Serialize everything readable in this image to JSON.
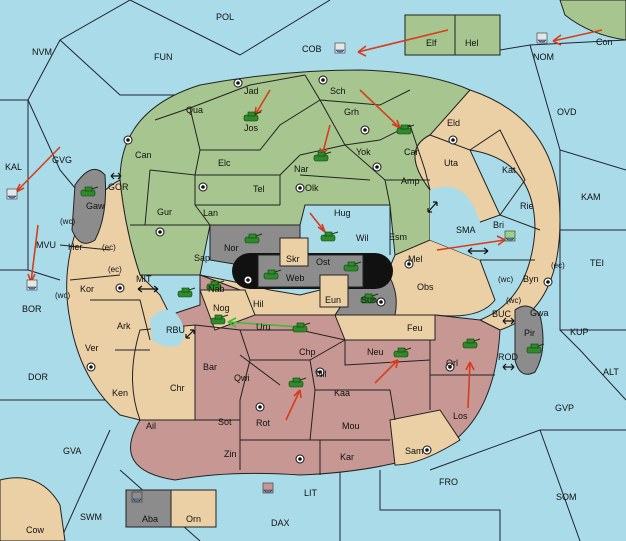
{
  "sea_labels": {
    "POL": "POL",
    "NVM": "NVM",
    "FUN": "FUN",
    "COB": "COB",
    "NOM": "NOM",
    "OVD": "OVD",
    "KAM": "KAM",
    "GVG": "GVG",
    "KAL": "KAL",
    "GOR": "GOR",
    "MVU": "MVU",
    "BOR": "BOR",
    "MIT": "MIT",
    "RBU": "RBU",
    "SMA": "SMA",
    "TEI": "TEI",
    "BUC": "BUC",
    "KUP": "KUP",
    "ROD": "ROD",
    "ALT": "ALT",
    "GVP": "GVP",
    "DOR": "DOR",
    "GVA": "GVA",
    "FRO": "FRO",
    "SOM": "SOM",
    "LIT": "LIT",
    "SWM": "SWM",
    "DAX": "DAX"
  },
  "land_labels": {
    "Elf": "Elf",
    "Hel": "Hel",
    "Con": "Con",
    "Jad": "Jad",
    "Sch": "Sch",
    "Qua": "Qua",
    "Jos": "Jos",
    "Grh": "Grh",
    "Eld": "Eld",
    "Can": "Can",
    "Car": "Car",
    "Elc": "Elc",
    "Yok": "Yok",
    "Nar": "Nar",
    "Uta": "Uta",
    "Kat": "Kat",
    "Tel": "Tel",
    "Olk": "Olk",
    "Amp": "Amp",
    "Gaw": "Gaw",
    "Gur": "Gur",
    "Lan": "Lan",
    "Hug": "Hug",
    "Rie": "Rie",
    "Bri": "Bri",
    "Her": "Her",
    "Nor": "Nor",
    "Wil": "Wil",
    "Esm": "Esm",
    "Skr": "Skr",
    "Ost": "Ost",
    "Mel": "Mel",
    "Sap": "Sap",
    "Web": "Web",
    "Byn": "Byn",
    "Kor": "Kor",
    "Nab": "Nab",
    "Hil": "Hil",
    "Eun": "Eun",
    "Sun": "Sun",
    "Obs": "Obs",
    "Ark": "Ark",
    "Nog": "Nog",
    "Uru": "Uru",
    "Gwa": "Gwa",
    "Feu": "Feu",
    "Pir": "Pir",
    "Ver": "Ver",
    "Chp": "Chp",
    "Neu": "Neu",
    "Orl": "Orl",
    "Bar": "Bar",
    "Qwi": "Qwi",
    "Nil": "Nil",
    "Chr": "Chr",
    "Ken": "Ken",
    "Kaa": "Kaa",
    "Los": "Los",
    "Sot": "Sot",
    "Rot": "Rot",
    "Ail": "Ail",
    "Mou": "Mou",
    "Sam": "Sam",
    "Zin": "Zin",
    "Kar": "Kar",
    "Aba": "Aba",
    "Orn": "Orn",
    "Cow": "Cow"
  },
  "coast_labels": {
    "gaw_wc": "(wc)",
    "gaw_ec": "(ec)",
    "kor_ec": "(ec)",
    "kor_wc": "(wc)",
    "byn_wc": "(wc)",
    "byn_ec": "(ec)",
    "gwa_wc": "(wc)"
  },
  "colors": {
    "sea": "#a9dce8",
    "green_power": "#a7c58e",
    "tan_neutral": "#ebcfa5",
    "red_power": "#c79793",
    "grey_power": "#8c8c8c",
    "order_arrow_red": "#d63c1e",
    "order_arrow_green": "#3bbf2a"
  },
  "unit_icons": {
    "army": "tank-icon",
    "fleet": "ship-icon",
    "supply_center": "supply-center-icon",
    "canal": "double-arrow-icon"
  }
}
